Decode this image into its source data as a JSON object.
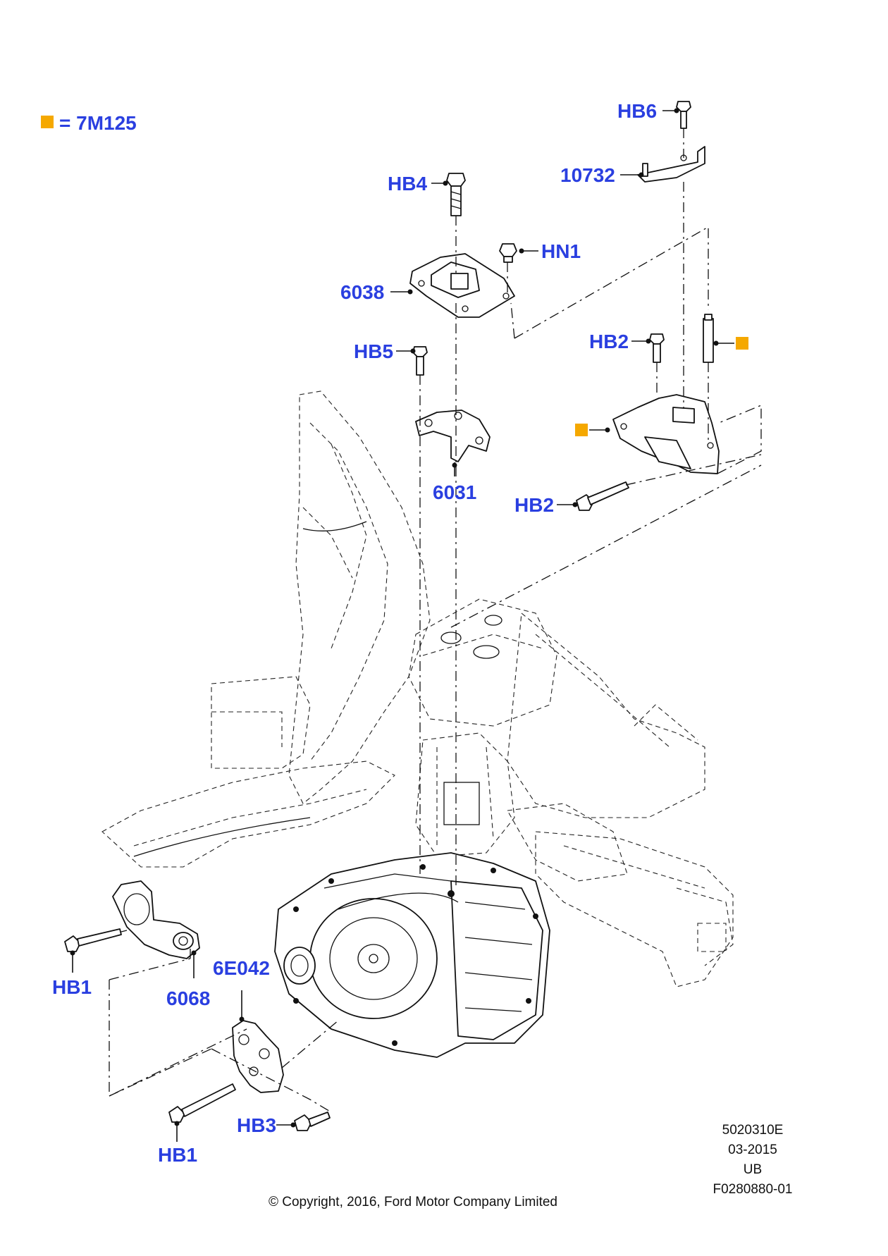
{
  "legend": {
    "swatch_color": "#f5a800",
    "text": "= 7M125"
  },
  "callout_color": "#2a3fe0",
  "callouts": {
    "hb6": "HB6",
    "p10732": "10732",
    "hb4": "HB4",
    "hn1": "HN1",
    "p6038": "6038",
    "hb5": "HB5",
    "hb2_top": "HB2",
    "p6031": "6031",
    "hb2_bottom": "HB2",
    "hb1_left": "HB1",
    "p6068": "6068",
    "p6e042": "6E042",
    "hb3": "HB3",
    "hb1_bottom": "HB1"
  },
  "reference": {
    "line1": "5020310E",
    "line2": "03-2015",
    "line3": "UB",
    "line4": "F0280880-01"
  },
  "copyright": "© Copyright, 2016, Ford Motor Company Limited"
}
